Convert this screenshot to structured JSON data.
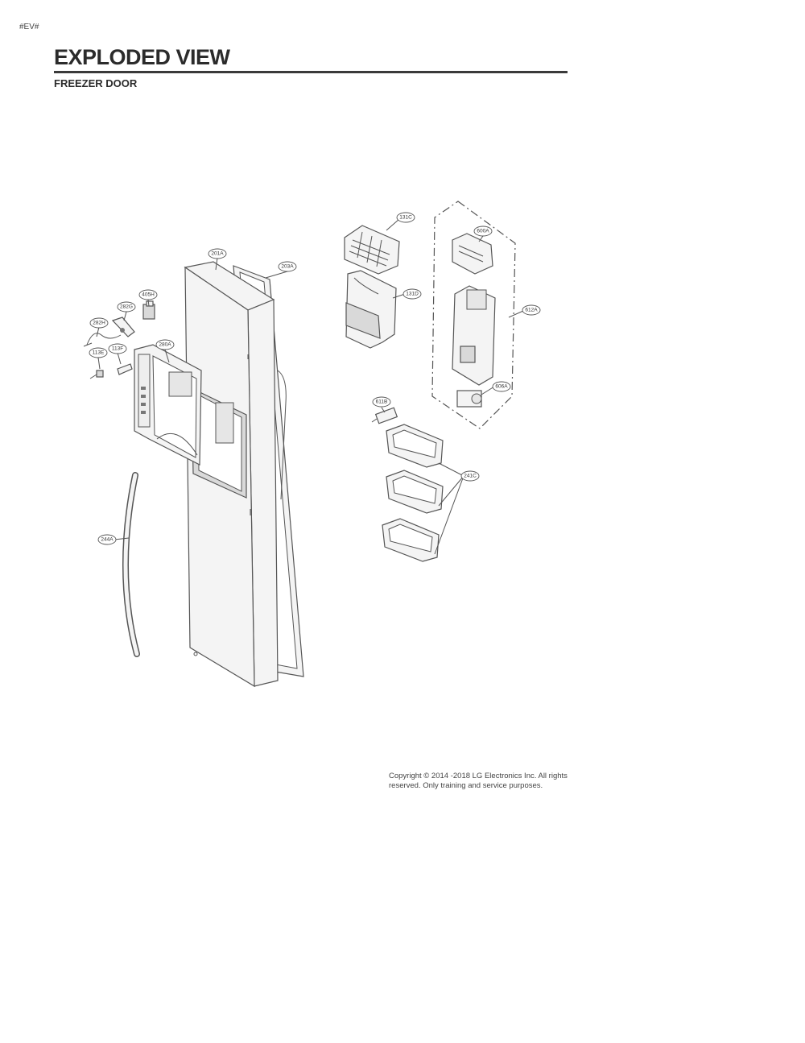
{
  "header": {
    "tag": "#EV#",
    "title": "EXPLODED VIEW",
    "subtitle": "FREEZER DOOR"
  },
  "callouts": {
    "c201A": "201A",
    "c203A": "203A",
    "c405H": "405H",
    "c282G": "282G",
    "c282H": "282H",
    "c113E": "113E",
    "c113F": "113F",
    "c280A": "280A",
    "c244A": "244A",
    "c131C": "131C",
    "c131D": "131D",
    "c600A": "600A",
    "c612A": "612A",
    "c606A": "606A",
    "c611B": "611B",
    "c241C": "241C"
  },
  "footer": {
    "copyright": "Copyright © 2014 -2018 LG Electronics Inc. All rights reserved. Only training and service purposes."
  }
}
